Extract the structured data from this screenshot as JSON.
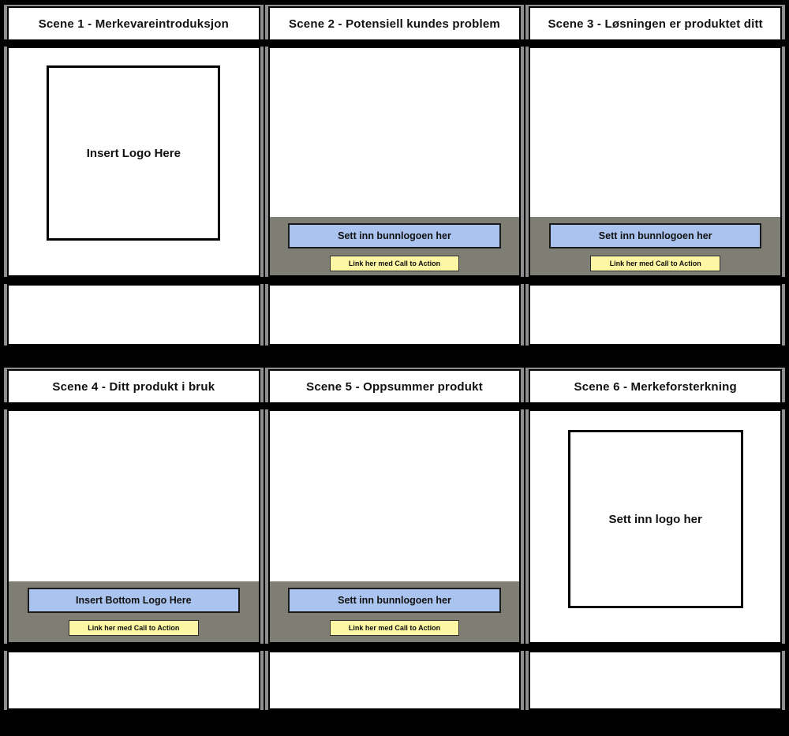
{
  "scenes": [
    {
      "title": "Scene 1 - Merkevareintroduksjon",
      "logo_placeholder": "Insert Logo Here"
    },
    {
      "title": "Scene 2 - Potensiell kundes problem",
      "bottom_logo_label": "Sett inn bunnlogoen her",
      "cta_label": "Link her med Call to Action"
    },
    {
      "title": "Scene 3 - Løsningen er produktet ditt",
      "bottom_logo_label": "Sett inn bunnlogoen her",
      "cta_label": "Link her med Call to Action"
    },
    {
      "title": "Scene 4 - Ditt produkt i bruk",
      "bottom_logo_label": "Insert Bottom Logo Here",
      "cta_label": "Link her med Call to Action"
    },
    {
      "title": "Scene 5 - Oppsummer produkt",
      "bottom_logo_label": "Sett inn bunnlogoen her",
      "cta_label": "Link her med Call to Action"
    },
    {
      "title": "Scene 6 - Merkeforsterkning",
      "logo_placeholder": "Sett inn logo her"
    }
  ],
  "colors": {
    "page_background": "#000000",
    "panel_background": "#ffffff",
    "panel_border": "#000000",
    "panel_edge_gray": "#8f8f8f",
    "bottom_bar_gray": "#7f7e75",
    "bottom_logo_blue": "#aac4ef",
    "cta_yellow": "#fdf6a2"
  }
}
